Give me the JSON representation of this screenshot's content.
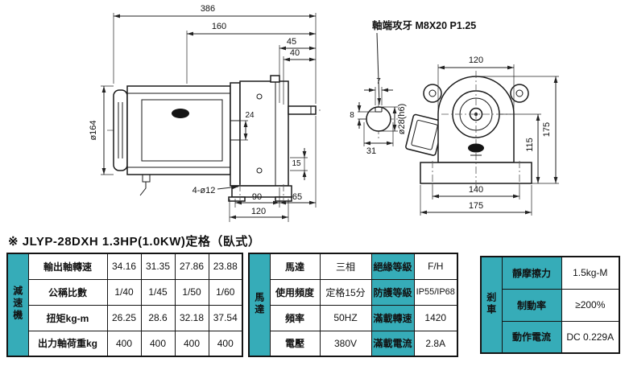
{
  "colors": {
    "accent": "#36acb8",
    "line": "#141414"
  },
  "title": "※ JLYP-28DXH  1.3HP(1.0KW)定格（臥式）",
  "drawing": {
    "side_view": {
      "dim_overall": "386",
      "dim_160": "160",
      "dim_45": "45",
      "dim_40": "40",
      "dim_motor_dia": "ø164",
      "dim_24": "24",
      "dim_15": "15",
      "dim_90": "90",
      "dim_65": "65",
      "dim_120": "120",
      "mount_holes": "4-ø12"
    },
    "shaft_detail": {
      "thread_note": "軸端攻牙 M8X20 P1.25",
      "dim_7": "7",
      "dim_8": "8",
      "dim_shaft_dia": "ø28(h6)",
      "dim_31": "31"
    },
    "front_view": {
      "dim_width": "120",
      "dim_height": "175",
      "dim_center_height": "115",
      "dim_bolt_span": "140",
      "dim_base_width": "175"
    }
  },
  "tables": {
    "reducer": {
      "group_label": "減速機",
      "rows": [
        {
          "label": "輸出軸轉速",
          "values": [
            "34.16",
            "31.35",
            "27.86",
            "23.88"
          ]
        },
        {
          "label": "公稱比數",
          "values": [
            "1/40",
            "1/45",
            "1/50",
            "1/60"
          ]
        },
        {
          "label": "扭矩kg-m",
          "values": [
            "26.25",
            "28.6",
            "32.18",
            "37.54"
          ]
        },
        {
          "label": "出力軸荷重kg",
          "values": [
            "400",
            "400",
            "400",
            "400"
          ]
        }
      ]
    },
    "motor": {
      "group_label": "馬達",
      "rows": [
        {
          "label": "馬達",
          "value": "三相",
          "label2": "絕緣等級",
          "value2": "F/H"
        },
        {
          "label": "使用頻度",
          "value": "定格15分",
          "label2": "防護等級",
          "value2": "IP55/IP68"
        },
        {
          "label": "頻率",
          "value": "50HZ",
          "label2": "滿載轉速",
          "value2": "1420"
        },
        {
          "label": "電壓",
          "value": "380V",
          "label2": "滿載電流",
          "value2": "2.8A"
        }
      ]
    },
    "brake": {
      "group_label": "剎車",
      "rows": [
        {
          "label": "靜摩擦力",
          "value": "1.5kg-M"
        },
        {
          "label": "制動率",
          "value": "≥200%"
        },
        {
          "label": "動作電流",
          "value": "DC 0.229A"
        }
      ]
    }
  }
}
